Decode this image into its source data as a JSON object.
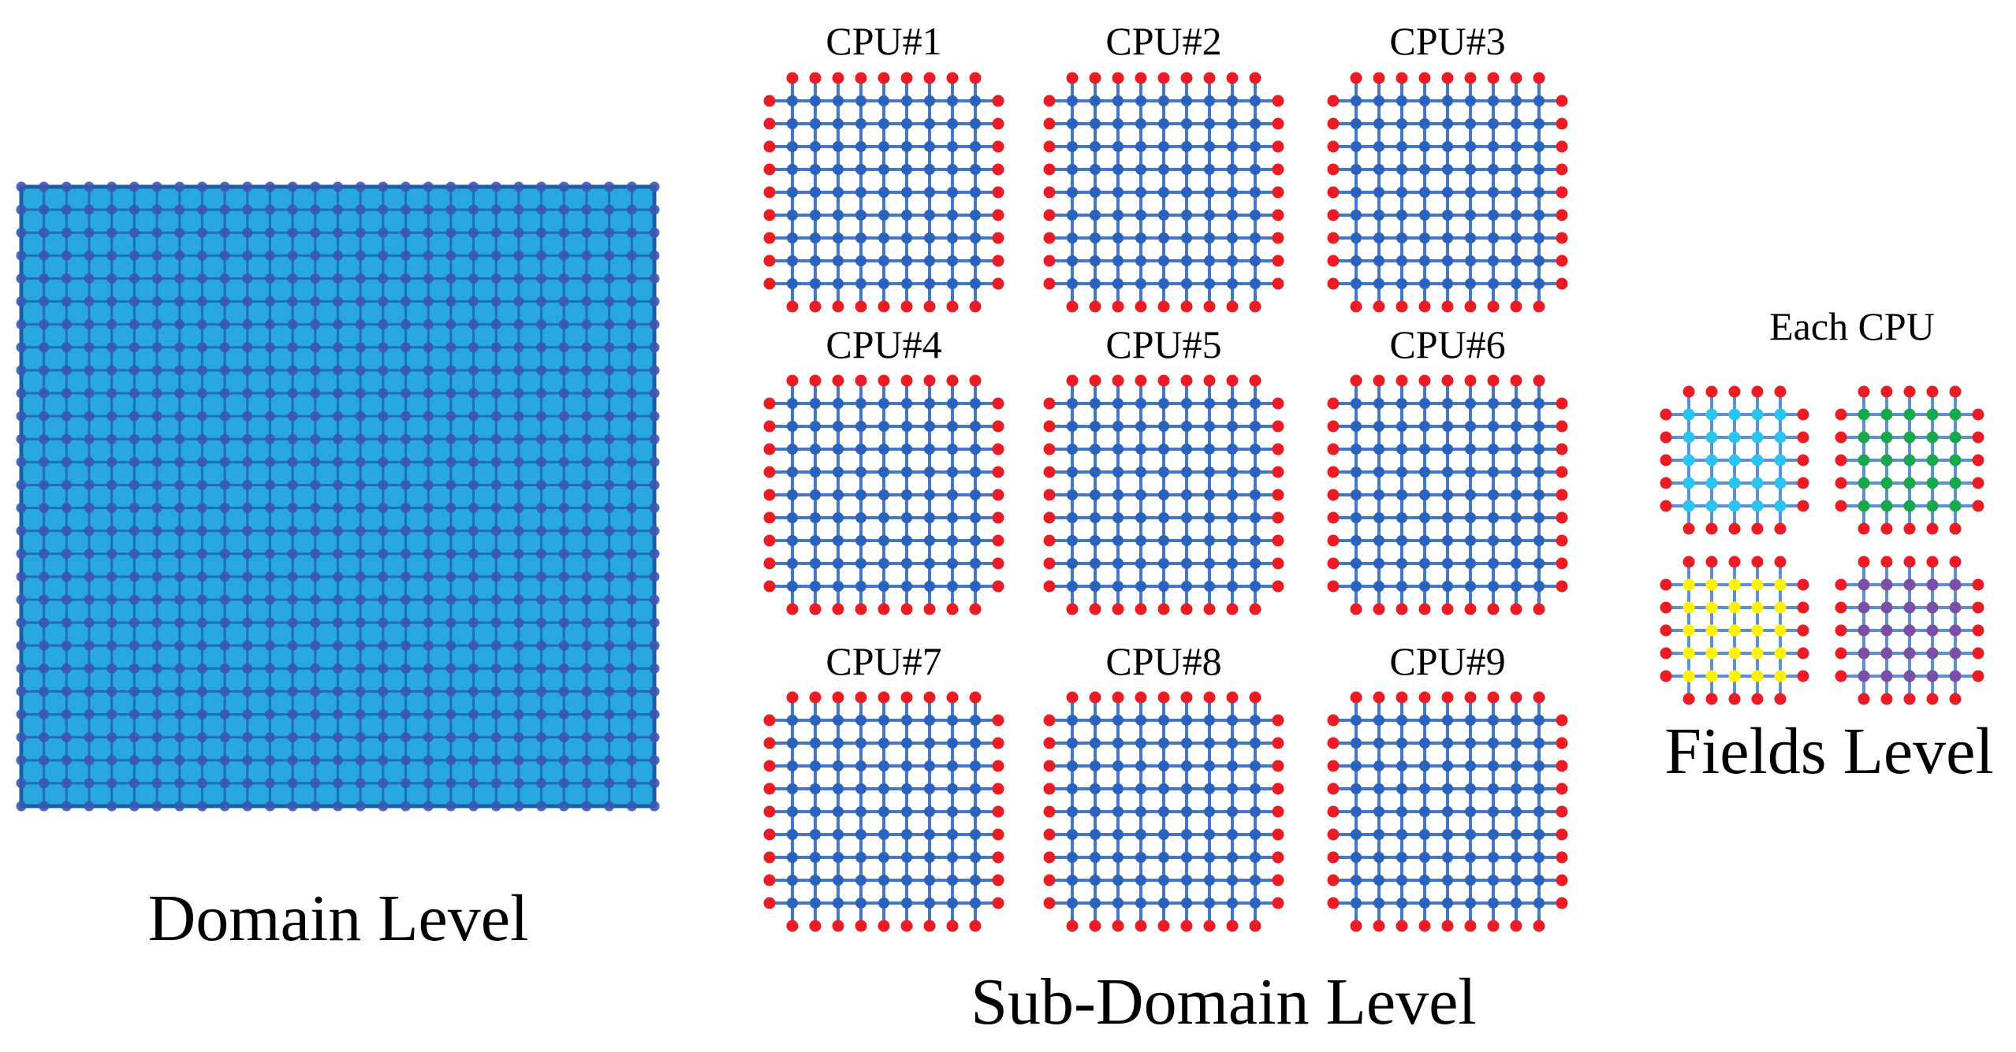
{
  "labels": {
    "domain": "Domain Level",
    "subdomain": "Sub-Domain Level",
    "fields": "Fields Level",
    "each_cpu": "Each CPU"
  },
  "colors": {
    "background": "#ffffff",
    "domain_fill": "#29A8E0",
    "domain_line": "#1F70B8",
    "domain_border": "#1A5FA6",
    "domain_dot": "#3A57B5",
    "subdomain_dot": "#2B62BE",
    "subdomain_line": "#4477C8",
    "halo_dot": "#EB1C24",
    "field_line": "#5B8FD6",
    "label_color": "#000000"
  },
  "domain_grid": {
    "cols": 28,
    "rows": 27
  },
  "subdomain_grid": {
    "interior": 9,
    "halo_per_side": 9
  },
  "cpus": [
    {
      "label": "CPU#1"
    },
    {
      "label": "CPU#2"
    },
    {
      "label": "CPU#3"
    },
    {
      "label": "CPU#4"
    },
    {
      "label": "CPU#5"
    },
    {
      "label": "CPU#6"
    },
    {
      "label": "CPU#7"
    },
    {
      "label": "CPU#8"
    },
    {
      "label": "CPU#9"
    }
  ],
  "field_grid": {
    "interior": 5,
    "halo_per_side": 5
  },
  "field_grids": [
    {
      "name": "cyan",
      "dot_color": "#2AC4F3"
    },
    {
      "name": "green",
      "dot_color": "#17A84B"
    },
    {
      "name": "yellow",
      "dot_color": "#FFF200"
    },
    {
      "name": "purple",
      "dot_color": "#7B4FA6"
    }
  ]
}
